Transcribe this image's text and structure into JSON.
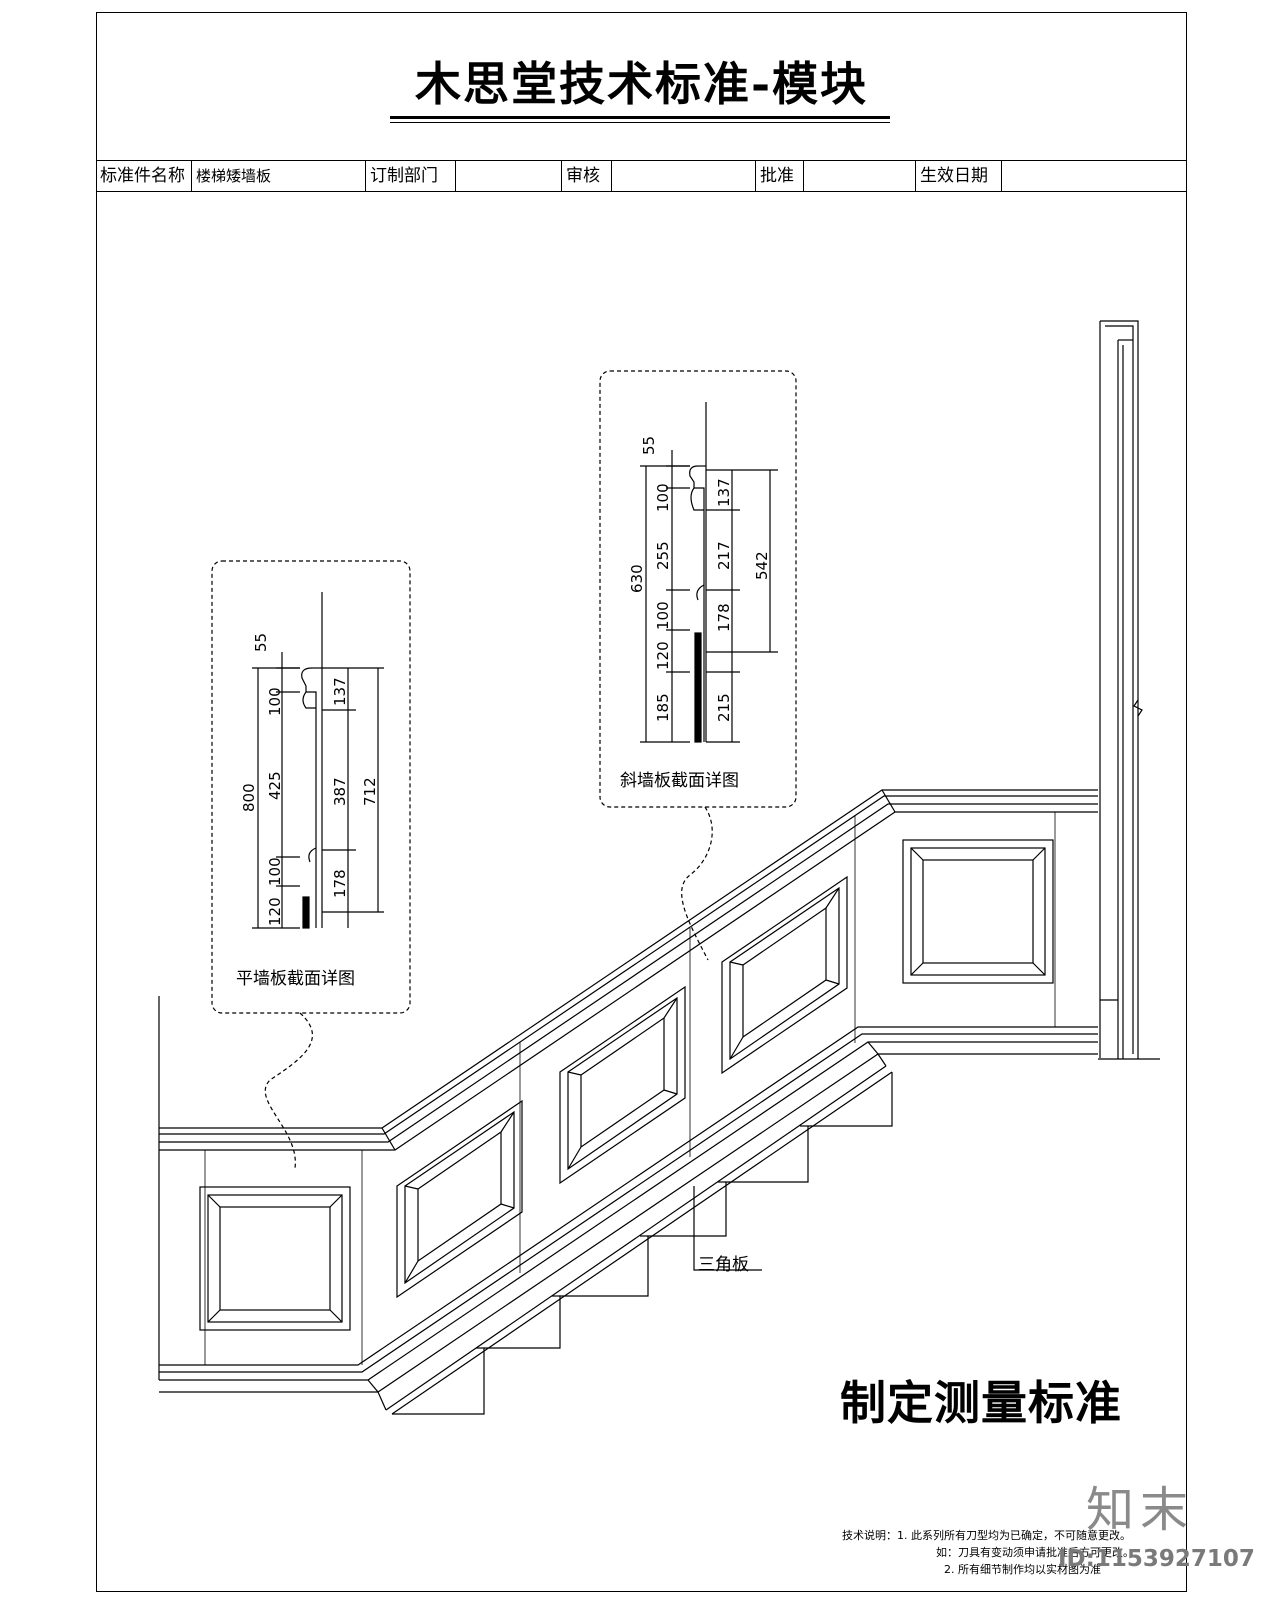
{
  "title": "木思堂技术标准-模块",
  "info_bar": {
    "standard_name_label": "标准件名称",
    "standard_name_value": "楼梯矮墙板",
    "dept_label": "订制部门",
    "dept_value": "",
    "review_label": "审核",
    "review_value": "",
    "approve_label": "批准",
    "approve_value": "",
    "effective_label": "生效日期",
    "effective_value": ""
  },
  "flat_detail": {
    "caption": "平墙板截面详图",
    "dims": {
      "top": "55",
      "total": "800",
      "seg1": "100",
      "seg2": "425",
      "seg3": "100",
      "seg4": "120",
      "right_top": "137",
      "right_mid": "387",
      "right_bottom": "178",
      "right_total": "712"
    }
  },
  "slant_detail": {
    "caption": "斜墙板截面详图",
    "dims": {
      "top": "55",
      "total": "630",
      "seg1": "100",
      "seg2": "255",
      "seg3": "100",
      "seg4": "120",
      "seg5": "185",
      "right_top": "137",
      "right_mid": "217",
      "right_bottom": "178",
      "right_total": "542",
      "right_base": "215"
    }
  },
  "triangle_label": "三角板",
  "main_label": "制定测量标准",
  "notes": [
    "技术说明：1. 此系列所有刀型均为已确定，不可随意更改。",
    "如：刀具有变动须申请批准后方可更改。",
    "2. 所有细节制作均以实材图为准"
  ],
  "watermark": {
    "brand": "知末",
    "id": "ID:1153927107"
  }
}
